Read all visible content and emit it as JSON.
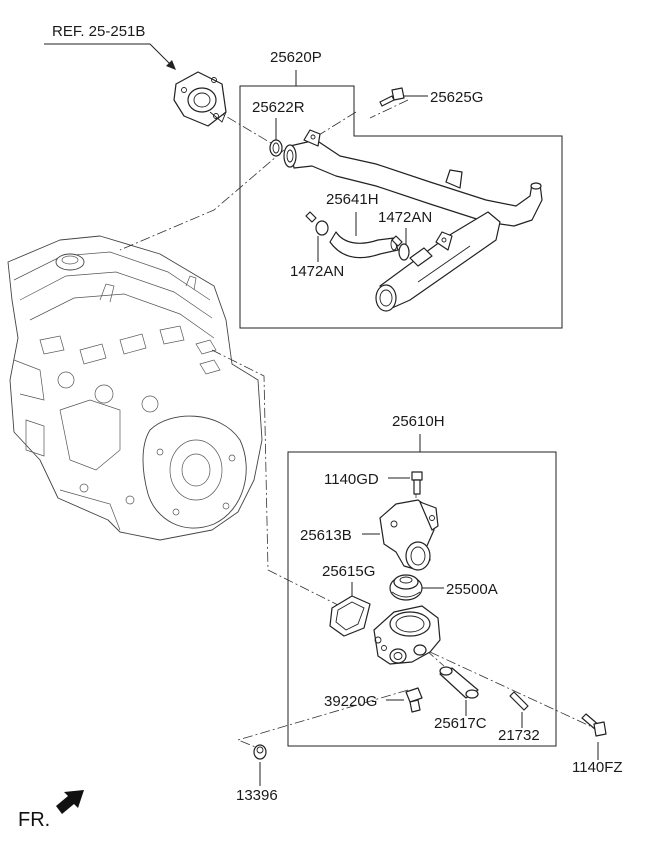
{
  "labels": {
    "ref": "REF. 25-251B",
    "p25620P": "25620P",
    "p25625G": "25625G",
    "p25622R": "25622R",
    "p25641H": "25641H",
    "p1472AN_a": "1472AN",
    "p1472AN_b": "1472AN",
    "p25610H": "25610H",
    "p1140GD": "1140GD",
    "p25613B": "25613B",
    "p25615G": "25615G",
    "p25500A": "25500A",
    "p39220G": "39220G",
    "p25617C": "25617C",
    "p21732": "21732",
    "p1140FZ": "1140FZ",
    "p13396": "13396",
    "fr": "FR."
  }
}
